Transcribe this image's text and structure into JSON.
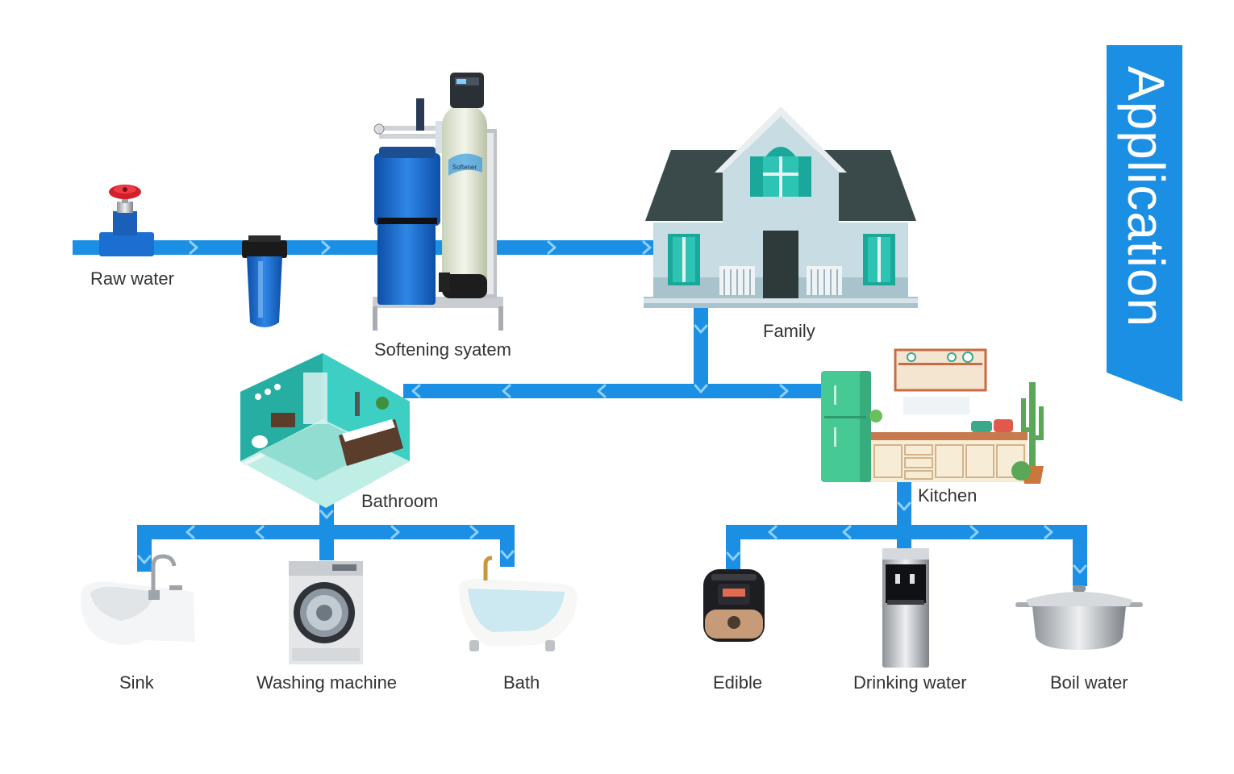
{
  "banner": {
    "text": "Application",
    "color": "#1a8fe3"
  },
  "pipe_color": "#1a8fe3",
  "source": {
    "raw_water": "Raw water",
    "softening_system": "Softening syatem",
    "family": "Family"
  },
  "branches": {
    "bathroom": "Bathroom",
    "kitchen": "Kitchen"
  },
  "bathroom_outlets": [
    "Sink",
    "Washing machine",
    "Bath"
  ],
  "kitchen_outlets": [
    "Edible",
    "Drinking water",
    "Boil water"
  ],
  "softener_tag": "Softener"
}
